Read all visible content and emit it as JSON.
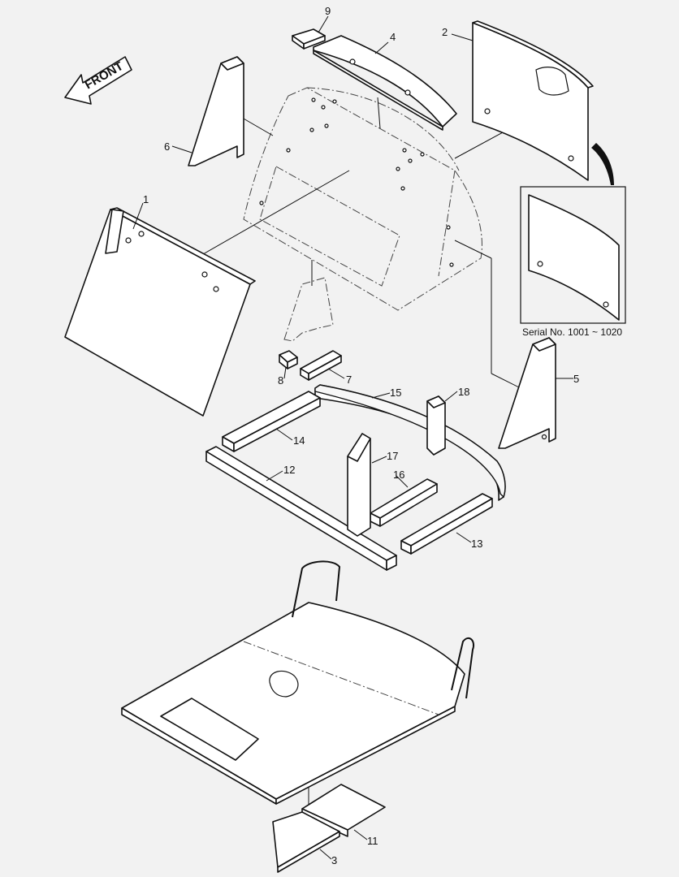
{
  "diagram": {
    "front_label": "FRONT",
    "serial_caption": "Serial No. 1001 ~ 1020",
    "callouts": {
      "c1": "1",
      "c2": "2",
      "c3": "3",
      "c4": "4",
      "c5": "5",
      "c6": "6",
      "c7": "7",
      "c8": "8",
      "c9": "9",
      "c11": "11",
      "c12": "12",
      "c13": "13",
      "c14": "14",
      "c15": "15",
      "c16": "16",
      "c17": "17",
      "c18": "18"
    }
  }
}
